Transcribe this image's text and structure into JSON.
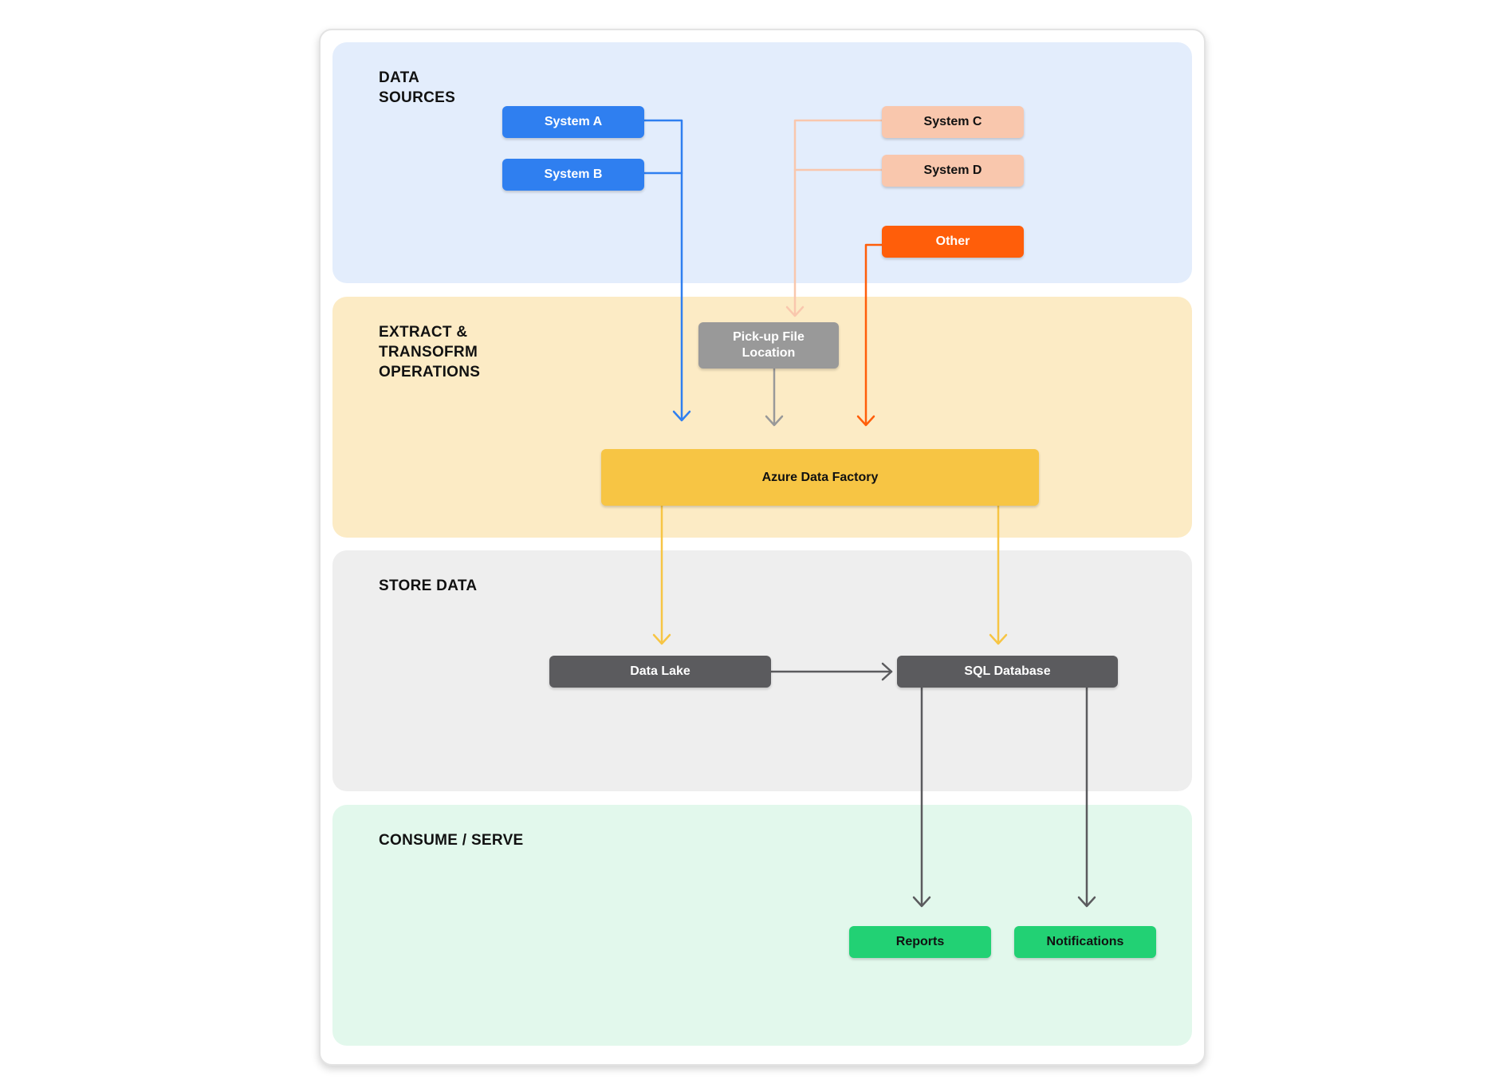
{
  "lanes": {
    "sources": "DATA\nSOURCES",
    "extract": "EXTRACT &\nTRANSOFRM\nOPERATIONS",
    "store": "STORE DATA",
    "consume": "CONSUME / SERVE"
  },
  "nodes": {
    "system_a": "System A",
    "system_b": "System B",
    "system_c": "System C",
    "system_d": "System D",
    "other": "Other",
    "pickup": "Pick-up File\nLocation",
    "adf": "Azure Data Factory",
    "data_lake": "Data Lake",
    "sql_db": "SQL Database",
    "reports": "Reports",
    "notifications": "Notifications"
  },
  "colors": {
    "blue": "#2f7ff0",
    "peach": "#f9c7ad",
    "orange": "#ff5e0a",
    "gray": "#999999",
    "yellow": "#f7c544",
    "dark": "#5b5b5e",
    "green": "#22d174"
  }
}
